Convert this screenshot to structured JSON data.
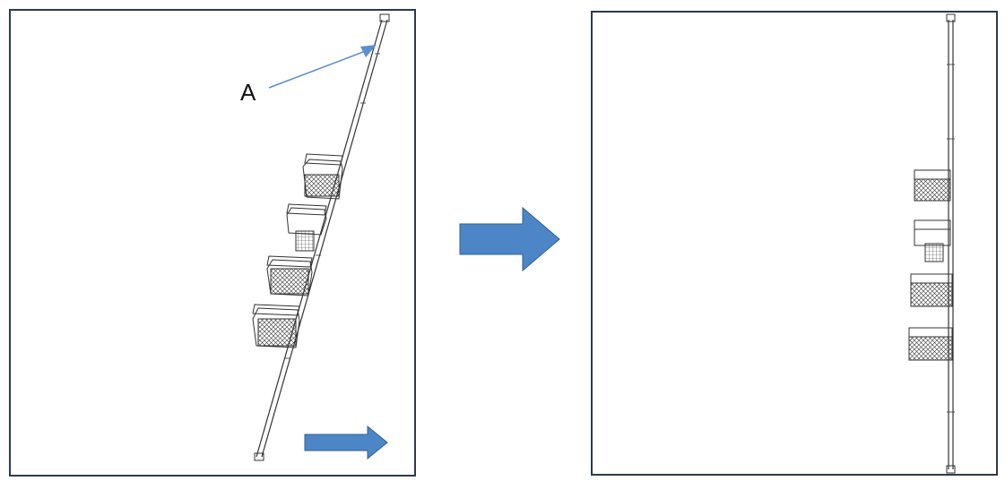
{
  "diagram": {
    "label_a": "A",
    "colors": {
      "frame": "#2e3a4a",
      "arrow_fill": "#4d86c6",
      "arrow_stroke": "#2f5f94",
      "line_art": "#333333"
    },
    "icons": [
      "tilted-mast-with-baskets",
      "vertical-mast-with-baskets",
      "transition-arrow-icon",
      "move-right-arrow-icon",
      "pointer-arrow-icon"
    ]
  }
}
